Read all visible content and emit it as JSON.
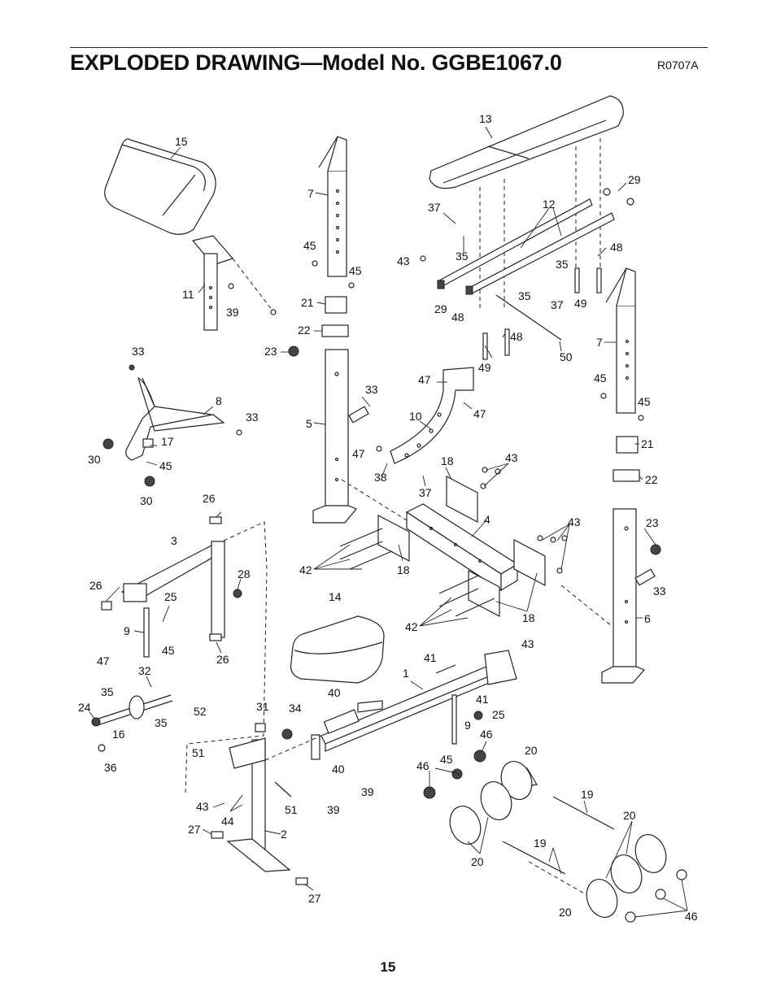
{
  "header": {
    "title": "EXPLODED DRAWING—Model No. GGBE1067.0",
    "code": "R0707A"
  },
  "page_number": "15",
  "part_labels": [
    "1",
    "2",
    "3",
    "4",
    "5",
    "6",
    "7",
    "8",
    "9",
    "10",
    "11",
    "12",
    "13",
    "14",
    "15",
    "16",
    "17",
    "18",
    "19",
    "20",
    "21",
    "22",
    "23",
    "24",
    "25",
    "26",
    "27",
    "28",
    "29",
    "30",
    "31",
    "32",
    "33",
    "34",
    "35",
    "36",
    "37",
    "38",
    "39",
    "40",
    "41",
    "42",
    "43",
    "44",
    "45",
    "46",
    "47",
    "48",
    "49",
    "50",
    "51",
    "52"
  ]
}
